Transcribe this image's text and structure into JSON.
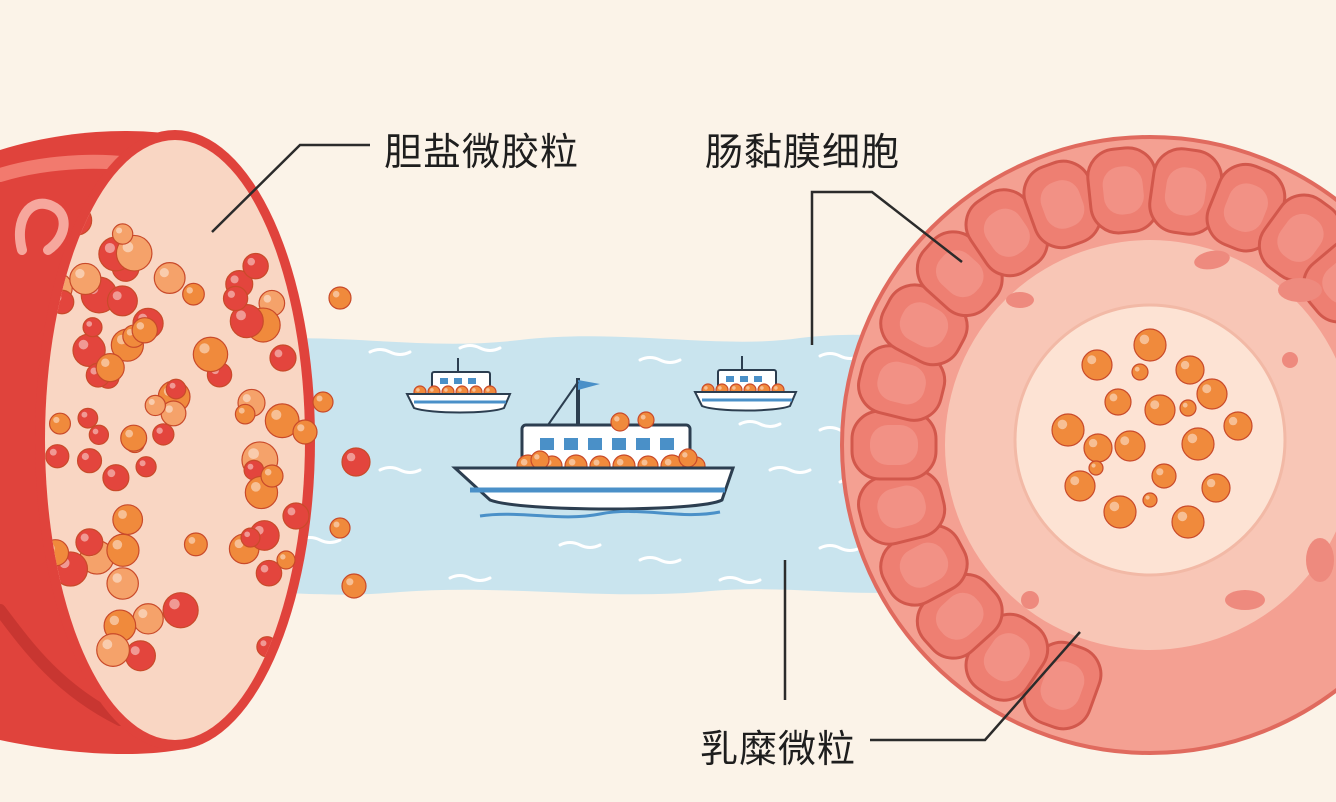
{
  "labels": {
    "bile_salt_micelle": "胆盐微胶粒",
    "intestinal_mucosa_cell": "肠黏膜细胞",
    "chylomicron": "乳糜微粒"
  },
  "colors": {
    "background": "#fbf3e8",
    "vessel_outer": "#e0433c",
    "vessel_inner": "#f9d6c3",
    "droplet_orange": "#f08a3c",
    "droplet_red": "#e3453d",
    "water": "#bfe0ee",
    "water_line": "#ffffff",
    "cell_fill": "#f7b7a6",
    "villus_fill": "#ee7f72",
    "core_fill": "#fde3d4",
    "boat_hull": "#ffffff",
    "boat_stripe": "#4a90c8"
  },
  "icons": [
    "lymph-vessel-icon",
    "boat-icon",
    "intestinal-cell-icon",
    "lipid-droplet-icon"
  ]
}
